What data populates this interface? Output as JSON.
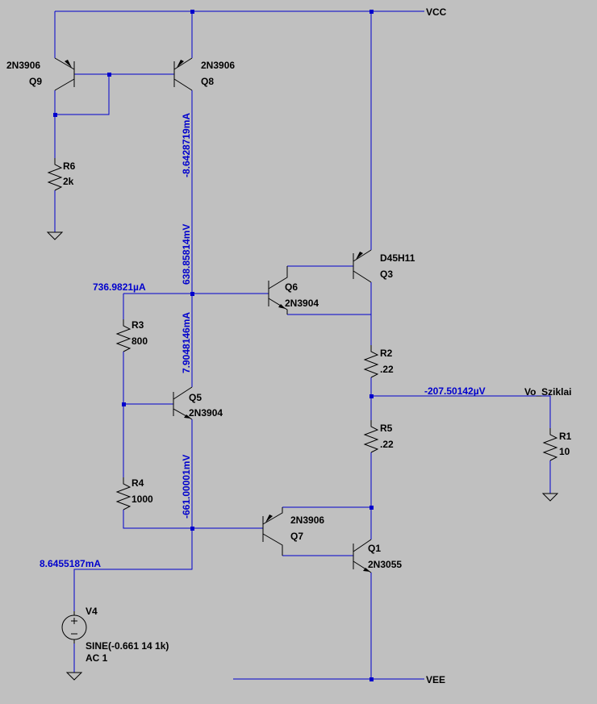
{
  "nets": {
    "vcc": "VCC",
    "vee": "VEE",
    "vo": "Vo_Sziklai"
  },
  "transistors": {
    "q9": {
      "ref": "Q9",
      "model": "2N3906"
    },
    "q8": {
      "ref": "Q8",
      "model": "2N3906"
    },
    "q6": {
      "ref": "Q6",
      "model": "2N3904"
    },
    "q3": {
      "ref": "Q3",
      "model": "D45H11"
    },
    "q5": {
      "ref": "Q5",
      "model": "2N3904"
    },
    "q7": {
      "ref": "Q7",
      "model": "2N3906"
    },
    "q1": {
      "ref": "Q1",
      "model": "2N3055"
    }
  },
  "resistors": {
    "r6": {
      "ref": "R6",
      "value": "2k"
    },
    "r3": {
      "ref": "R3",
      "value": "800"
    },
    "r4": {
      "ref": "R4",
      "value": "1000"
    },
    "r2": {
      "ref": "R2",
      "value": ".22"
    },
    "r5": {
      "ref": "R5",
      "value": ".22"
    },
    "r1": {
      "ref": "R1",
      "value": "10"
    }
  },
  "source": {
    "ref": "V4",
    "spec": "SINE(-0.661 14 1k)",
    "ac": "AC 1"
  },
  "annotations": {
    "q8_current": "-8.6428719mA",
    "node_voltage_top": "638.85814mV",
    "r3_current": "736.9821µA",
    "q5_current": "7.9048146mA",
    "node_voltage_bottom": "-661.00001mV",
    "source_current": "8.6455187mA",
    "vo_voltage": "-207.50142µV"
  }
}
